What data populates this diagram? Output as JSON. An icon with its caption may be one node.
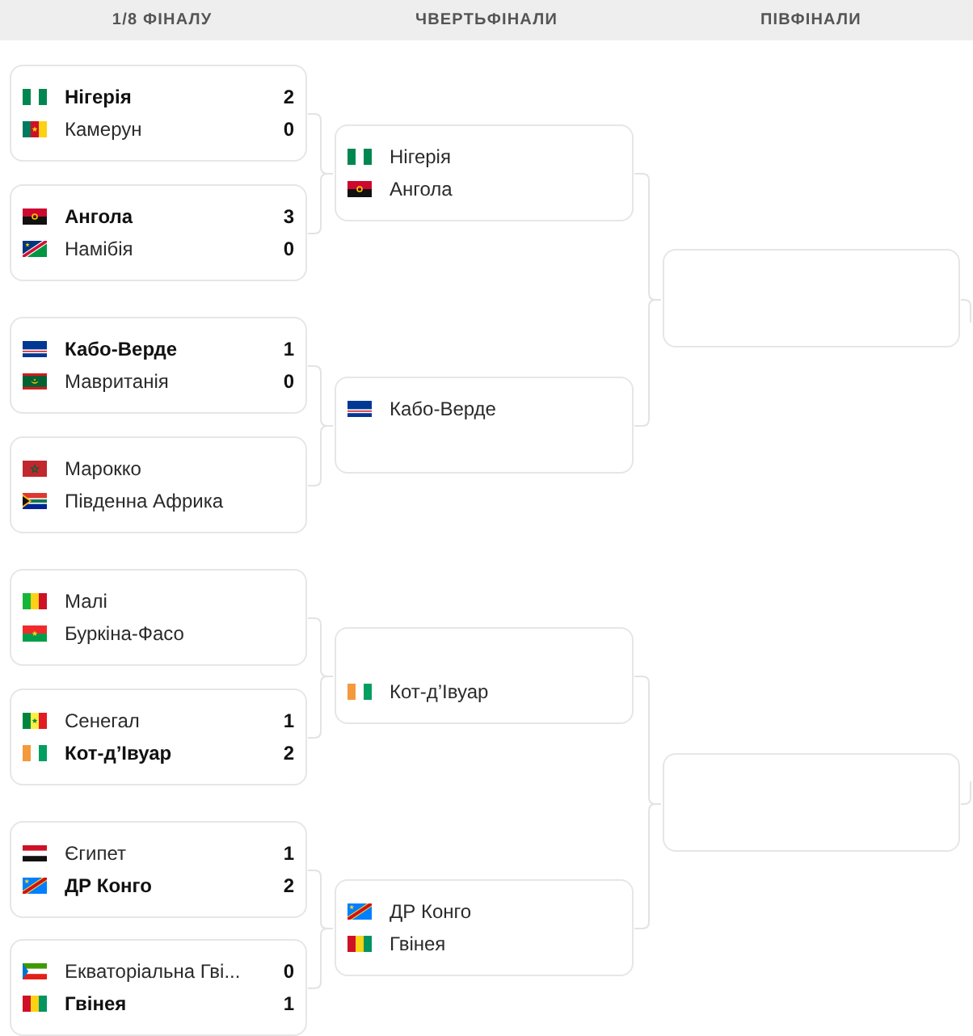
{
  "diagram": {
    "nodes": [
      {
        "text": [
          "Нігерія",
          "2",
          "Камерун",
          "0"
        ]
      },
      {
        "text": [
          "Ангола",
          "3",
          "Намібія",
          "0"
        ]
      },
      {
        "text": [
          "Кабо-Верде",
          "1",
          "Мавританія",
          "0"
        ]
      },
      {
        "text": [
          "Марокко",
          "Південна Африка"
        ]
      },
      {
        "text": [
          "Малі",
          "Буркіна-Фасо"
        ]
      },
      {
        "text": [
          "Сенегал",
          "1",
          "Кот-д’Івуар",
          "2"
        ]
      },
      {
        "text": [
          "Єгипет",
          "1",
          "ДР Конго",
          "2"
        ]
      },
      {
        "text": [
          "Екваторіальна Гві...",
          "0",
          "Гвінея",
          "1"
        ]
      },
      {
        "text": [
          "Нігерія",
          "Ангола"
        ]
      },
      {
        "text": [
          "Кабо-Верде"
        ]
      },
      {
        "text": [
          "Кот-д’Івуар"
        ]
      },
      {
        "text": [
          "ДР Конго",
          "Гвінея"
        ]
      },
      {
        "text": [],
        "shape": "box"
      },
      {
        "text": [],
        "shape": "box"
      }
    ],
    "edges": [
      {
        "from": 0,
        "to": 8,
        "arrow": "none"
      },
      {
        "from": 1,
        "to": 8,
        "arrow": "none"
      },
      {
        "from": 2,
        "to": 9,
        "arrow": "none"
      },
      {
        "from": 3,
        "to": 9,
        "arrow": "none"
      },
      {
        "from": 4,
        "to": 10,
        "arrow": "none"
      },
      {
        "from": 5,
        "to": 10,
        "arrow": "none"
      },
      {
        "from": 6,
        "to": 11,
        "arrow": "none"
      },
      {
        "from": 7,
        "to": 11,
        "arrow": "none"
      },
      {
        "from": 8,
        "to": 12,
        "arrow": "none"
      },
      {
        "from": 9,
        "to": 12,
        "arrow": "none"
      },
      {
        "from": 10,
        "to": 13,
        "arrow": "none"
      },
      {
        "from": 11,
        "to": 13,
        "arrow": "none"
      },
      {
        "from": 12,
        "to": null,
        "arrow": "none"
      },
      {
        "from": 13,
        "to": null,
        "arrow": "none"
      }
    ],
    "labels": [
      "1/8 ФІНАЛУ",
      "ЧВЕРТЬФІНАЛИ",
      "ПІВФІНАЛИ"
    ]
  }
}
